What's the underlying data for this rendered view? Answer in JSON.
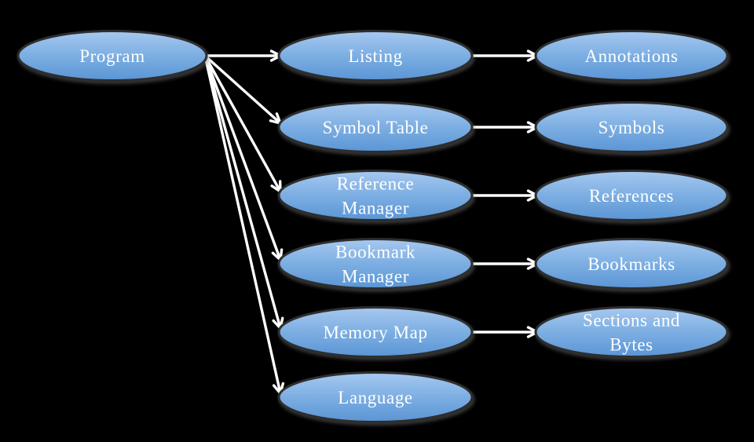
{
  "diagram": {
    "background_color": "#000000",
    "style": {
      "node_fill_top": "#A6C8EF",
      "node_fill_mid": "#7CAEE2",
      "node_fill_bottom": "#5A95D5",
      "node_border_color": "#2E2E2E",
      "text_color": "#FFFFFF",
      "arrow_color": "#FFFFFF"
    },
    "nodes": [
      {
        "id": "program",
        "label": "Program",
        "lines": [
          "Program"
        ],
        "col": "left",
        "row": 0
      },
      {
        "id": "listing",
        "label": "Listing",
        "lines": [
          "Listing"
        ],
        "col": "middle",
        "row": 0
      },
      {
        "id": "symbol-table",
        "label": "Symbol Table",
        "lines": [
          "Symbol Table"
        ],
        "col": "middle",
        "row": 1
      },
      {
        "id": "reference-manager",
        "label": "Reference Manager",
        "lines": [
          "Reference",
          "Manager"
        ],
        "col": "middle",
        "row": 2
      },
      {
        "id": "bookmark-manager",
        "label": "Bookmark Manager",
        "lines": [
          "Bookmark",
          "Manager"
        ],
        "col": "middle",
        "row": 3
      },
      {
        "id": "memory-map",
        "label": "Memory Map",
        "lines": [
          "Memory Map"
        ],
        "col": "middle",
        "row": 4
      },
      {
        "id": "language",
        "label": "Language",
        "lines": [
          "Language"
        ],
        "col": "middle",
        "row": 5
      },
      {
        "id": "annotations",
        "label": "Annotations",
        "lines": [
          "Annotations"
        ],
        "col": "right",
        "row": 0
      },
      {
        "id": "symbols",
        "label": "Symbols",
        "lines": [
          "Symbols"
        ],
        "col": "right",
        "row": 1
      },
      {
        "id": "references",
        "label": "References",
        "lines": [
          "References"
        ],
        "col": "right",
        "row": 2
      },
      {
        "id": "bookmarks",
        "label": "Bookmarks",
        "lines": [
          "Bookmarks"
        ],
        "col": "right",
        "row": 3
      },
      {
        "id": "sections-and-bytes",
        "label": "Sections and Bytes",
        "lines": [
          "Sections and",
          "Bytes"
        ],
        "col": "right",
        "row": 4
      }
    ],
    "edges": [
      {
        "from": "program",
        "to": "listing"
      },
      {
        "from": "program",
        "to": "symbol-table"
      },
      {
        "from": "program",
        "to": "reference-manager"
      },
      {
        "from": "program",
        "to": "bookmark-manager"
      },
      {
        "from": "program",
        "to": "memory-map"
      },
      {
        "from": "program",
        "to": "language"
      },
      {
        "from": "listing",
        "to": "annotations"
      },
      {
        "from": "symbol-table",
        "to": "symbols"
      },
      {
        "from": "reference-manager",
        "to": "references"
      },
      {
        "from": "bookmark-manager",
        "to": "bookmarks"
      },
      {
        "from": "memory-map",
        "to": "sections-and-bytes"
      }
    ]
  }
}
